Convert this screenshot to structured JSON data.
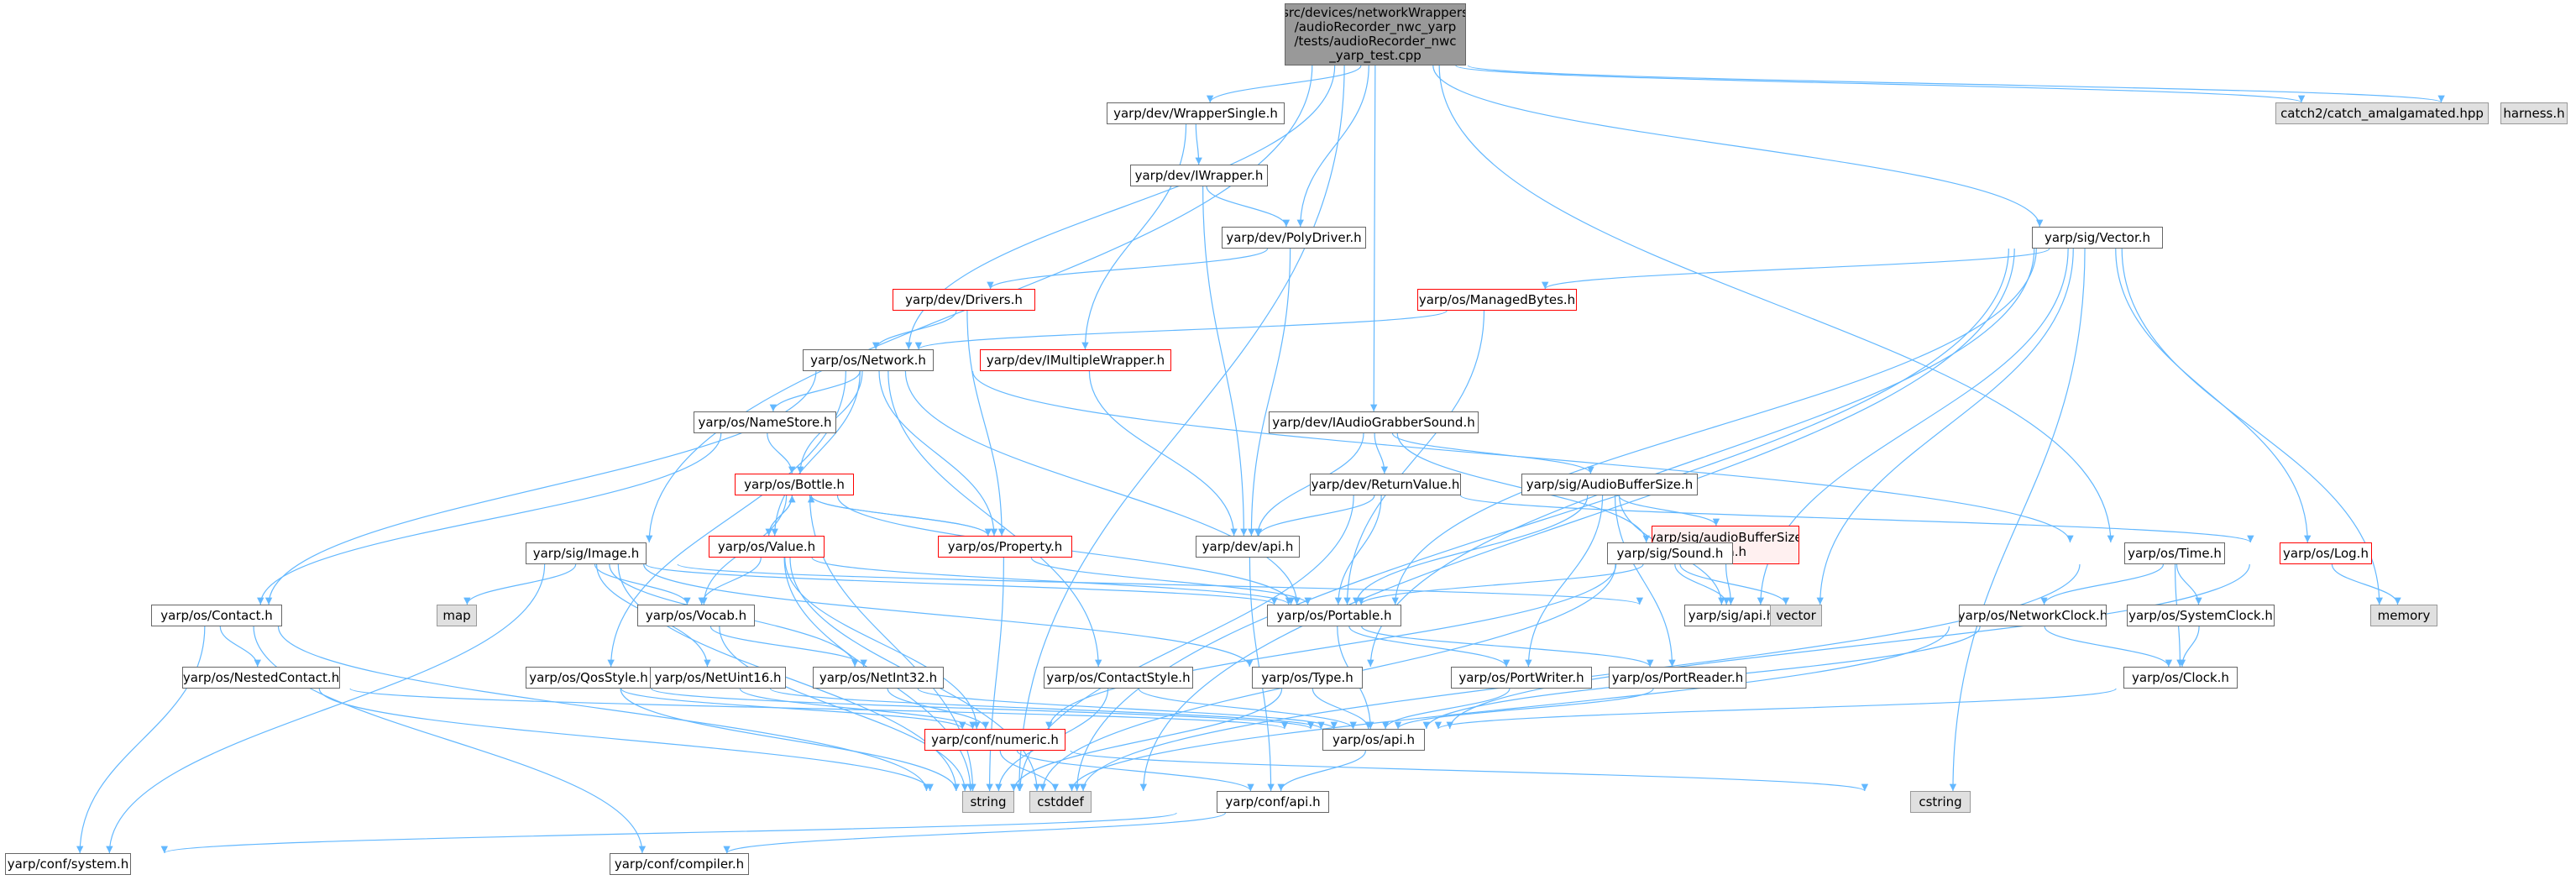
{
  "diagram": {
    "edge_color": "#63b8ff",
    "nodes": [
      {
        "id": "root",
        "label": "src/devices/networkWrappers\n/audioRecorder_nwc_yarp\n/tests/audioRecorder_nwc\n_yarp_test.cpp",
        "kind": "root"
      },
      {
        "id": "wrappersingle",
        "label": "yarp/dev/WrapperSingle.h",
        "kind": "normal"
      },
      {
        "id": "iwrapper",
        "label": "yarp/dev/IWrapper.h",
        "kind": "normal"
      },
      {
        "id": "polydriver",
        "label": "yarp/dev/PolyDriver.h",
        "kind": "normal"
      },
      {
        "id": "drivers",
        "label": "yarp/dev/Drivers.h",
        "kind": "red"
      },
      {
        "id": "imultiple",
        "label": "yarp/dev/IMultipleWrapper.h",
        "kind": "red"
      },
      {
        "id": "network",
        "label": "yarp/os/Network.h",
        "kind": "normal"
      },
      {
        "id": "namestore",
        "label": "yarp/os/NameStore.h",
        "kind": "normal"
      },
      {
        "id": "bottle",
        "label": "yarp/os/Bottle.h",
        "kind": "red"
      },
      {
        "id": "value",
        "label": "yarp/os/Value.h",
        "kind": "red"
      },
      {
        "id": "property",
        "label": "yarp/os/Property.h",
        "kind": "red"
      },
      {
        "id": "image",
        "label": "yarp/sig/Image.h",
        "kind": "normal"
      },
      {
        "id": "map",
        "label": "map",
        "kind": "sys"
      },
      {
        "id": "vocab",
        "label": "yarp/os/Vocab.h",
        "kind": "normal"
      },
      {
        "id": "contact",
        "label": "yarp/os/Contact.h",
        "kind": "normal"
      },
      {
        "id": "nestedcontact",
        "label": "yarp/os/NestedContact.h",
        "kind": "normal"
      },
      {
        "id": "qosstyle",
        "label": "yarp/os/QosStyle.h",
        "kind": "normal"
      },
      {
        "id": "netuint16",
        "label": "yarp/os/NetUint16.h",
        "kind": "normal"
      },
      {
        "id": "netint32",
        "label": "yarp/os/NetInt32.h",
        "kind": "normal"
      },
      {
        "id": "contactstyle",
        "label": "yarp/os/ContactStyle.h",
        "kind": "normal"
      },
      {
        "id": "numeric",
        "label": "yarp/conf/numeric.h",
        "kind": "red"
      },
      {
        "id": "string",
        "label": "string",
        "kind": "sys"
      },
      {
        "id": "cstddef",
        "label": "cstddef",
        "kind": "sys"
      },
      {
        "id": "confsystem",
        "label": "yarp/conf/system.h",
        "kind": "normal"
      },
      {
        "id": "confcompiler",
        "label": "yarp/conf/compiler.h",
        "kind": "normal"
      },
      {
        "id": "confapi",
        "label": "yarp/conf/api.h",
        "kind": "normal"
      },
      {
        "id": "iaudiograbber",
        "label": "yarp/dev/IAudioGrabberSound.h",
        "kind": "normal"
      },
      {
        "id": "returnvalue",
        "label": "yarp/dev/ReturnValue.h",
        "kind": "normal"
      },
      {
        "id": "devapi",
        "label": "yarp/dev/api.h",
        "kind": "normal"
      },
      {
        "id": "portable",
        "label": "yarp/os/Portable.h",
        "kind": "normal"
      },
      {
        "id": "type",
        "label": "yarp/os/Type.h",
        "kind": "normal"
      },
      {
        "id": "osapi",
        "label": "yarp/os/api.h",
        "kind": "normal"
      },
      {
        "id": "portwriter",
        "label": "yarp/os/PortWriter.h",
        "kind": "normal"
      },
      {
        "id": "portreader",
        "label": "yarp/os/PortReader.h",
        "kind": "normal"
      },
      {
        "id": "audiobuffersize",
        "label": "yarp/sig/AudioBufferSize.h",
        "kind": "normal"
      },
      {
        "id": "audiobufferdata",
        "label": "yarp/sig/audioBufferSize\nData.h",
        "kind": "red2"
      },
      {
        "id": "sound",
        "label": "yarp/sig/Sound.h",
        "kind": "normal"
      },
      {
        "id": "sigapi",
        "label": "yarp/sig/api.h",
        "kind": "normal"
      },
      {
        "id": "vector",
        "label": "vector",
        "kind": "sys"
      },
      {
        "id": "sigvector",
        "label": "yarp/sig/Vector.h",
        "kind": "normal"
      },
      {
        "id": "managedbytes",
        "label": "yarp/os/ManagedBytes.h",
        "kind": "red"
      },
      {
        "id": "time",
        "label": "yarp/os/Time.h",
        "kind": "normal"
      },
      {
        "id": "log",
        "label": "yarp/os/Log.h",
        "kind": "red"
      },
      {
        "id": "memory",
        "label": "memory",
        "kind": "sys"
      },
      {
        "id": "networkclock",
        "label": "yarp/os/NetworkClock.h",
        "kind": "normal"
      },
      {
        "id": "systemclock",
        "label": "yarp/os/SystemClock.h",
        "kind": "normal"
      },
      {
        "id": "clock",
        "label": "yarp/os/Clock.h",
        "kind": "normal"
      },
      {
        "id": "cstring",
        "label": "cstring",
        "kind": "sys"
      },
      {
        "id": "catch2",
        "label": "catch2/catch_amalgamated.hpp",
        "kind": "sys"
      },
      {
        "id": "harness",
        "label": "harness.h",
        "kind": "sys"
      }
    ],
    "edges": [
      [
        "root",
        "wrappersingle"
      ],
      [
        "root",
        "polydriver"
      ],
      [
        "root",
        "network"
      ],
      [
        "root",
        "image"
      ],
      [
        "root",
        "string"
      ],
      [
        "root",
        "iaudiograbber"
      ],
      [
        "root",
        "sigvector"
      ],
      [
        "root",
        "time"
      ],
      [
        "root",
        "catch2"
      ],
      [
        "root",
        "harness"
      ],
      [
        "wrappersingle",
        "iwrapper"
      ],
      [
        "wrappersingle",
        "imultiple"
      ],
      [
        "iwrapper",
        "polydriver"
      ],
      [
        "iwrapper",
        "devapi"
      ],
      [
        "polydriver",
        "drivers"
      ],
      [
        "polydriver",
        "devapi"
      ],
      [
        "drivers",
        "network"
      ],
      [
        "drivers",
        "property"
      ],
      [
        "imultiple",
        "devapi"
      ],
      [
        "network",
        "namestore"
      ],
      [
        "network",
        "bottle"
      ],
      [
        "network",
        "value"
      ],
      [
        "network",
        "property"
      ],
      [
        "network",
        "contact"
      ],
      [
        "network",
        "qosstyle"
      ],
      [
        "network",
        "contactstyle"
      ],
      [
        "network",
        "portable"
      ],
      [
        "network",
        "time"
      ],
      [
        "namestore",
        "contact"
      ],
      [
        "namestore",
        "bottle"
      ],
      [
        "bottle",
        "value"
      ],
      [
        "bottle",
        "property"
      ],
      [
        "bottle",
        "vocab"
      ],
      [
        "bottle",
        "portable"
      ],
      [
        "bottle",
        "string"
      ],
      [
        "value",
        "bottle"
      ],
      [
        "value",
        "vocab"
      ],
      [
        "value",
        "portable"
      ],
      [
        "value",
        "numeric"
      ],
      [
        "value",
        "string"
      ],
      [
        "value",
        "cstddef"
      ],
      [
        "property",
        "bottle"
      ],
      [
        "property",
        "portable"
      ],
      [
        "property",
        "string"
      ],
      [
        "image",
        "map"
      ],
      [
        "image",
        "vocab"
      ],
      [
        "image",
        "portable"
      ],
      [
        "image",
        "type"
      ],
      [
        "image",
        "netuint16"
      ],
      [
        "image",
        "netint32"
      ],
      [
        "image",
        "sigapi"
      ],
      [
        "image",
        "confsystem"
      ],
      [
        "image",
        "string"
      ],
      [
        "vocab",
        "netint32"
      ],
      [
        "vocab",
        "string"
      ],
      [
        "contact",
        "nestedcontact"
      ],
      [
        "contact",
        "confsystem"
      ],
      [
        "contact",
        "confcompiler"
      ],
      [
        "contact",
        "string"
      ],
      [
        "nestedcontact",
        "osapi"
      ],
      [
        "nestedcontact",
        "string"
      ],
      [
        "qosstyle",
        "osapi"
      ],
      [
        "qosstyle",
        "numeric"
      ],
      [
        "qosstyle",
        "string"
      ],
      [
        "netuint16",
        "osapi"
      ],
      [
        "netuint16",
        "numeric"
      ],
      [
        "netint32",
        "osapi"
      ],
      [
        "netint32",
        "numeric"
      ],
      [
        "contactstyle",
        "osapi"
      ],
      [
        "contactstyle",
        "string"
      ],
      [
        "numeric",
        "confapi"
      ],
      [
        "numeric",
        "cstddef"
      ],
      [
        "numeric",
        "cstring"
      ],
      [
        "confapi",
        "confsystem"
      ],
      [
        "confapi",
        "confcompiler"
      ],
      [
        "iaudiograbber",
        "returnvalue"
      ],
      [
        "iaudiograbber",
        "devapi"
      ],
      [
        "iaudiograbber",
        "audiobuffersize"
      ],
      [
        "iaudiograbber",
        "sound"
      ],
      [
        "returnvalue",
        "devapi"
      ],
      [
        "returnvalue",
        "portable"
      ],
      [
        "returnvalue",
        "log"
      ],
      [
        "returnvalue",
        "string"
      ],
      [
        "devapi",
        "confapi"
      ],
      [
        "portable",
        "portwriter"
      ],
      [
        "portable",
        "portreader"
      ],
      [
        "portable",
        "osapi"
      ],
      [
        "portwriter",
        "osapi"
      ],
      [
        "portreader",
        "osapi"
      ],
      [
        "type",
        "osapi"
      ],
      [
        "type",
        "string"
      ],
      [
        "osapi",
        "confapi"
      ],
      [
        "audiobuffersize",
        "audiobufferdata"
      ],
      [
        "audiobuffersize",
        "portable"
      ],
      [
        "audiobuffersize",
        "portwriter"
      ],
      [
        "audiobuffersize",
        "portreader"
      ],
      [
        "audiobuffersize",
        "sigapi"
      ],
      [
        "audiobufferdata",
        "sigapi"
      ],
      [
        "sound",
        "sigapi"
      ],
      [
        "sound",
        "portable"
      ],
      [
        "sound",
        "vector"
      ],
      [
        "sound",
        "numeric"
      ],
      [
        "sound",
        "string"
      ],
      [
        "sigvector",
        "managedbytes"
      ],
      [
        "sigvector",
        "portable"
      ],
      [
        "sigvector",
        "log"
      ],
      [
        "sigvector",
        "type"
      ],
      [
        "sigvector",
        "sigapi"
      ],
      [
        "sigvector",
        "vector"
      ],
      [
        "sigvector",
        "memory"
      ],
      [
        "sigvector",
        "string"
      ],
      [
        "sigvector",
        "cstring"
      ],
      [
        "sigvector",
        "cstddef"
      ],
      [
        "managedbytes",
        "network"
      ],
      [
        "managedbytes",
        "portable"
      ],
      [
        "time",
        "networkclock"
      ],
      [
        "time",
        "systemclock"
      ],
      [
        "time",
        "clock"
      ],
      [
        "time",
        "string"
      ],
      [
        "log",
        "osapi"
      ],
      [
        "log",
        "memory"
      ],
      [
        "networkclock",
        "clock"
      ],
      [
        "networkclock",
        "osapi"
      ],
      [
        "networkclock",
        "string"
      ],
      [
        "systemclock",
        "clock"
      ],
      [
        "clock",
        "osapi"
      ]
    ]
  }
}
